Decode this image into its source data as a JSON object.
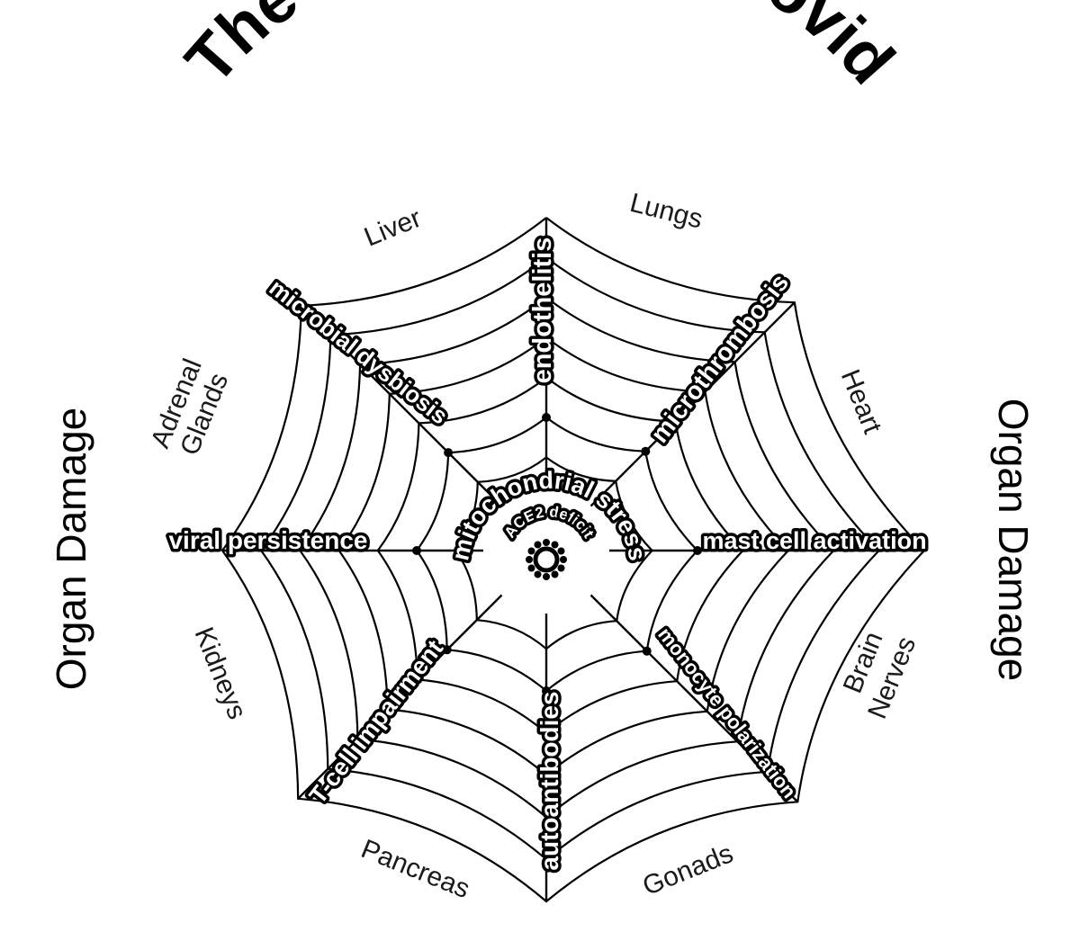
{
  "title": "The Web of Long Covid",
  "side_labels": {
    "left": "Organ Damage",
    "right": "Organ Damage"
  },
  "organs": {
    "liver": "Liver",
    "lungs": "Lungs",
    "heart": "Heart",
    "brain": "Brain",
    "nerves": "Nerves",
    "gonads": "Gonads",
    "pancreas": "Pancreas",
    "kidneys": "Kidneys",
    "adrenal": "Adrenal",
    "glands": "Glands"
  },
  "spokes": {
    "endothelitis": "endothelitis",
    "microthrombosis": "microthrombosis",
    "mast_cell": "mast cell activation",
    "monocyte": "monocyte polarization",
    "autoantibodies": "autoantibodies",
    "t_cell": "T-cell impairment",
    "viral": "viral persistence",
    "microbial": "microbial dysbiosis"
  },
  "center": {
    "ring": "mitochondrial stress",
    "inner": "ACE2 deficit",
    "virus": "virus-icon"
  }
}
